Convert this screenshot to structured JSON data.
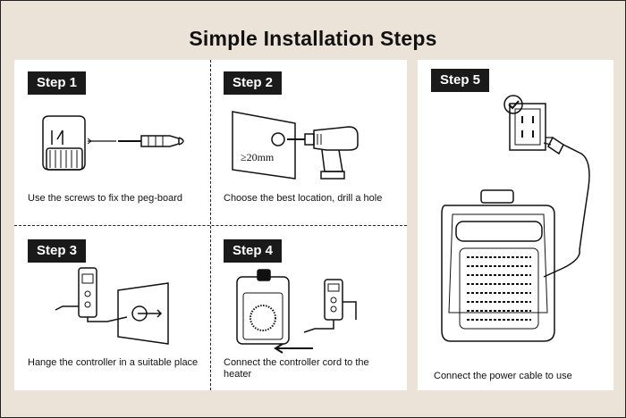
{
  "title": "Simple Installation Steps",
  "steps": [
    {
      "label": "Step 1",
      "caption": "Use the screws to fix the peg-board"
    },
    {
      "label": "Step 2",
      "caption": "Choose the best location, drill a hole"
    },
    {
      "label": "Step 3",
      "caption": "Hange the controller in a suitable place"
    },
    {
      "label": "Step 4",
      "caption": "Connect the controller cord to the heater"
    },
    {
      "label": "Step 5",
      "caption": "Connect the power cable to use"
    }
  ],
  "step2": {
    "hole_size": "≥20mm"
  },
  "colors": {
    "background": "#ece3d8",
    "panel": "#ffffff",
    "badge": "#1a1a1a"
  }
}
